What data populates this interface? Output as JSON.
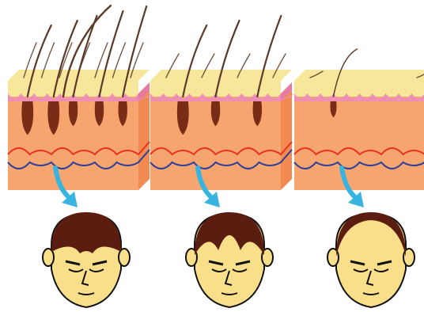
{
  "diagram": {
    "kind": "hair-loss-progression",
    "stages": [
      {
        "id": "stage-1",
        "hair_density": "full",
        "follicles": 5,
        "scalp": "full-hair"
      },
      {
        "id": "stage-2",
        "hair_density": "thinning",
        "follicles": 3,
        "scalp": "receding"
      },
      {
        "id": "stage-3",
        "hair_density": "sparse",
        "follicles": 1,
        "scalp": "bald-top"
      }
    ],
    "colors": {
      "epidermis_top": "#f7e79a",
      "skin_pink": "#ee8fb3",
      "dermis_front": "#f6a56f",
      "dermis_side": "#f28a52",
      "follicle": "#7a2d16",
      "hair": "#5a3a28",
      "artery": "#e8331f",
      "vein": "#2c3e9c",
      "arrow": "#38b4e0",
      "head_skin": "#f9df8a",
      "head_hair": "#5b1d10",
      "outline": "#111111"
    },
    "icons": [
      "skin-cross-section-icon",
      "arrow-down-icon",
      "head-icon"
    ]
  }
}
